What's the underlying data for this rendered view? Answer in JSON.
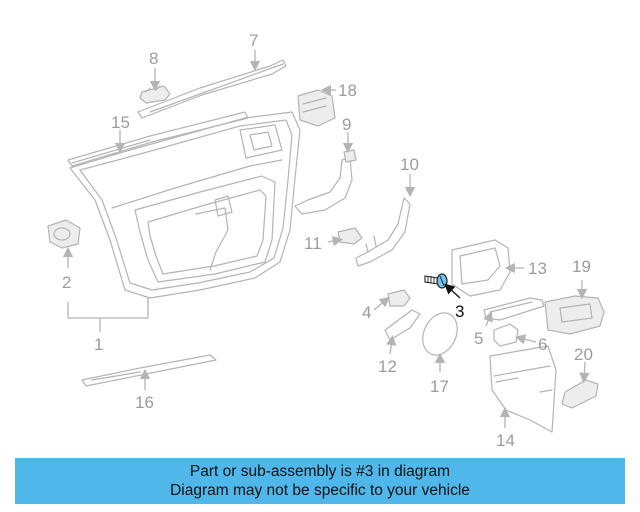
{
  "callouts": {
    "c1": "1",
    "c2": "2",
    "c3": "3",
    "c4": "4",
    "c5": "5",
    "c6": "6",
    "c7": "7",
    "c8": "8",
    "c9": "9",
    "c10": "10",
    "c11": "11",
    "c12": "12",
    "c13": "13",
    "c14": "14",
    "c15": "15",
    "c16": "16",
    "c17": "17",
    "c18": "18",
    "c19": "19",
    "c20": "20"
  },
  "highlighted_part": "3",
  "colors": {
    "banner": "#4fb7ea",
    "part_lines": "#b4b4b4",
    "highlight": "#1a1a1a",
    "highlight_fill": "#6fc3ef"
  },
  "banner": {
    "line1": "Part or sub-assembly is #3 in diagram",
    "line2": "Diagram may not be specific to your vehicle"
  }
}
